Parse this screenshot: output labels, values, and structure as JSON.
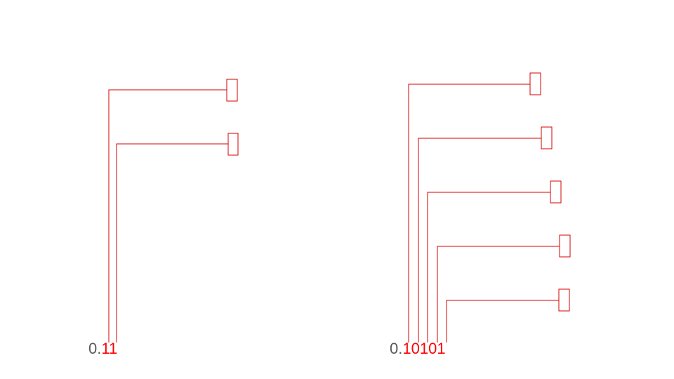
{
  "colors": {
    "prefix": "#595959",
    "digit": "#ff0000",
    "line": "#d40000"
  },
  "numbers": [
    {
      "prefix": "0.",
      "digits": [
        "1",
        "1"
      ]
    },
    {
      "prefix": "0.",
      "digits": [
        "1",
        "0",
        "1",
        "0",
        "1"
      ]
    }
  ]
}
